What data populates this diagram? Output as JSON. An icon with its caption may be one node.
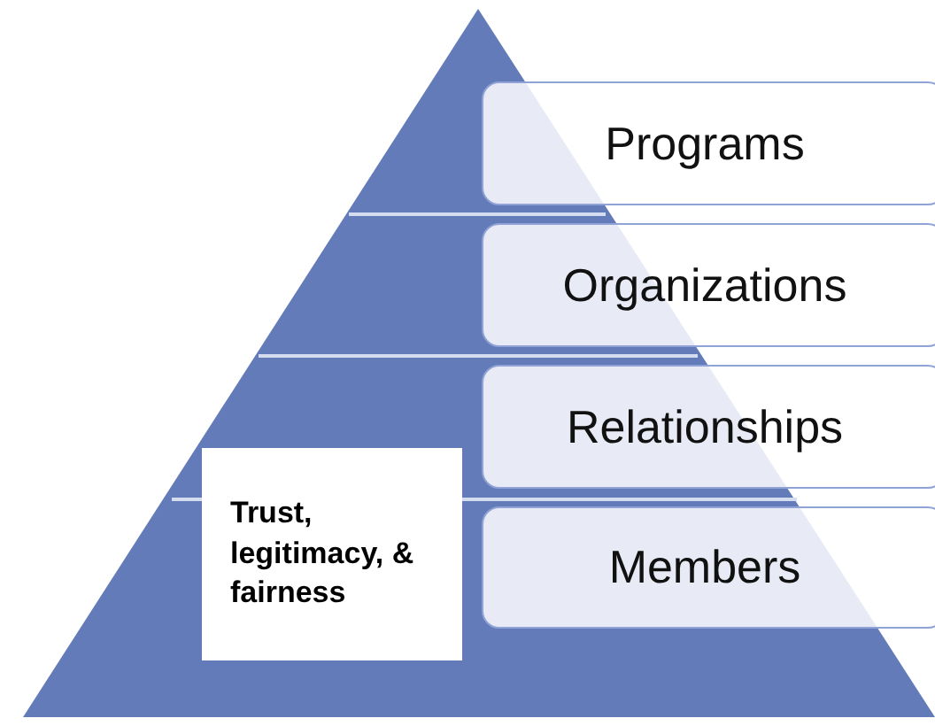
{
  "diagram": {
    "nodes": [
      {
        "text": [
          "Programs"
        ]
      },
      {
        "text": [
          "Organizations"
        ]
      },
      {
        "text": [
          "Relationships"
        ]
      },
      {
        "text": [
          "Members"
        ]
      },
      {
        "text": [
          "Trust, legitimacy, & fairness"
        ]
      }
    ]
  }
}
